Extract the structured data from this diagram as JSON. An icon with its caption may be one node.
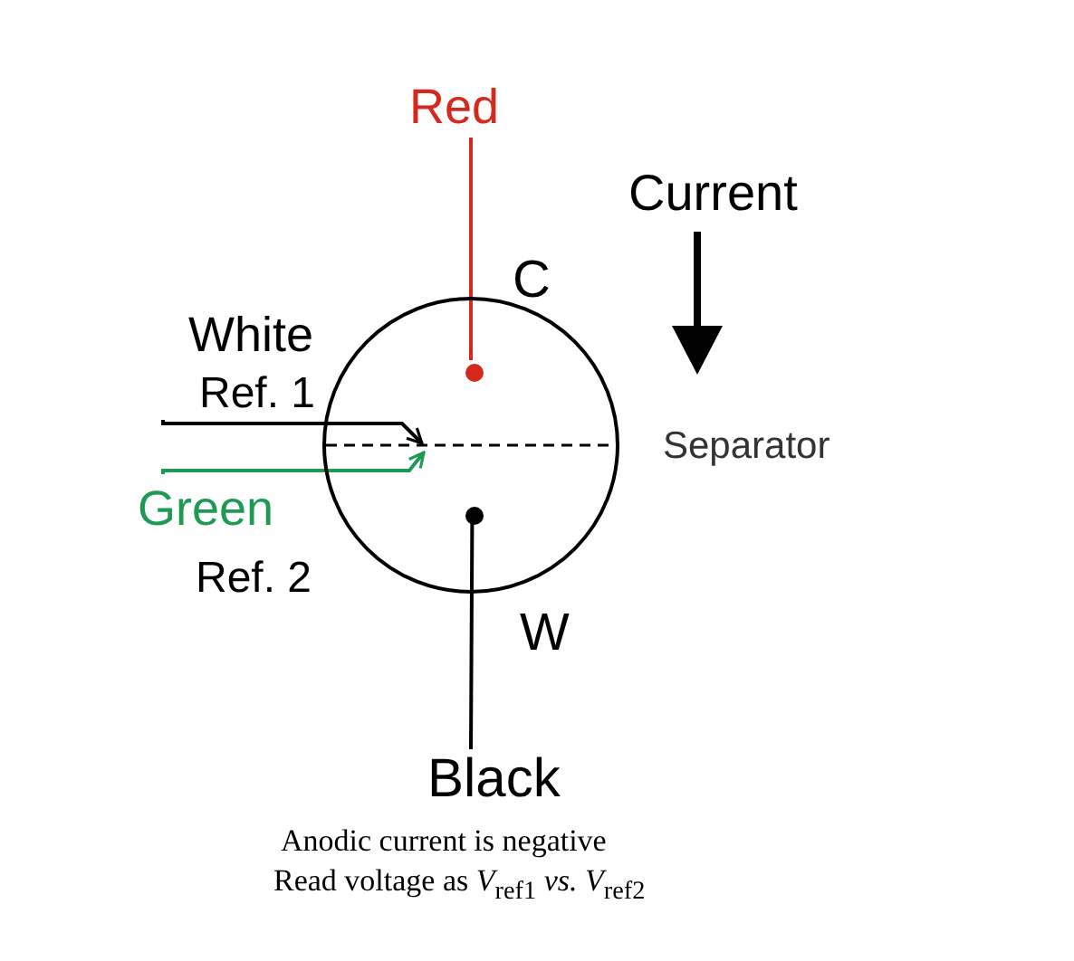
{
  "diagram": {
    "nodes": [
      {
        "text": [
          "Red"
        ]
      },
      {
        "text": [],
        "shape": "circle",
        "in": 6
      },
      {
        "text": [
          "Black"
        ]
      },
      {
        "text": [],
        "shape": "circle",
        "in": 6
      },
      {
        "text": [
          "White",
          "Ref. 1"
        ]
      },
      {
        "text": [
          "Green",
          "Ref. 2"
        ]
      },
      {
        "text": [],
        "shape": "circle"
      }
    ],
    "edges": [
      {
        "from": 0,
        "to": 1,
        "arrow": "none",
        "color": "#d42a1e"
      },
      {
        "from": 2,
        "to": 3,
        "arrow": "none"
      },
      {
        "from": 4,
        "to": null,
        "arrow": "to"
      },
      {
        "from": 5,
        "to": null,
        "arrow": "to",
        "color": "#1f9a55"
      }
    ],
    "labels": [
      "Current",
      "C",
      "Separator",
      "W",
      "Anodic current is negative",
      "Read voltage as *V*$_{ref1}$ *vs.* *V*$_{ref2}$"
    ]
  }
}
